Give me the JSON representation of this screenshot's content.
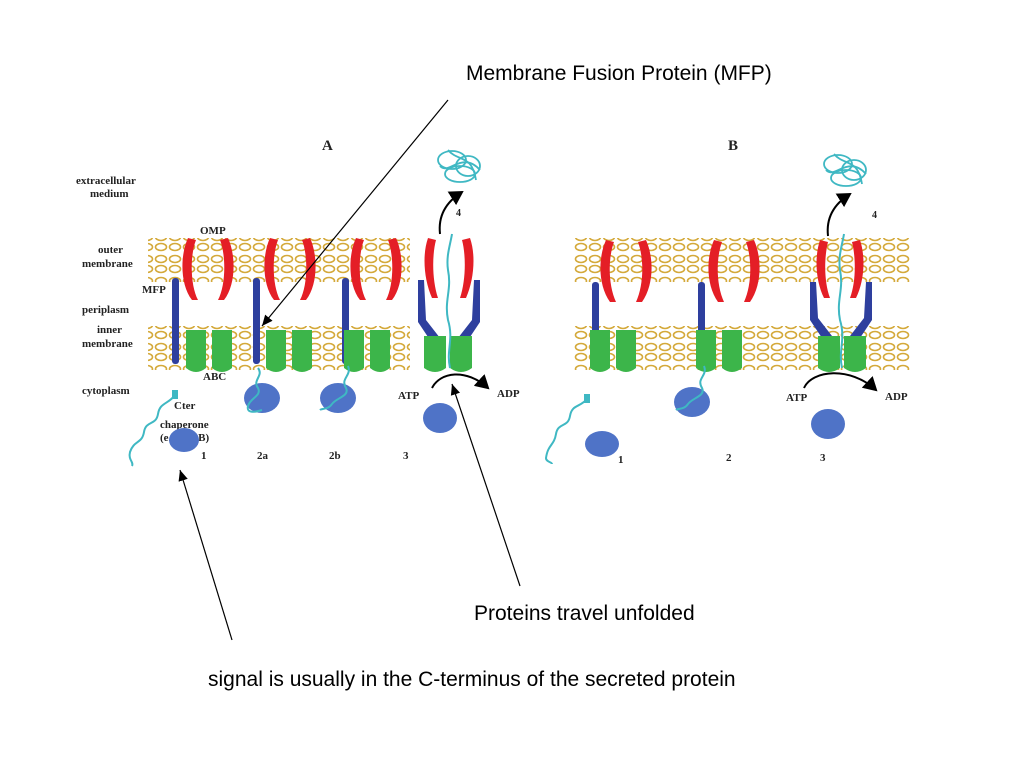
{
  "annotations": {
    "mfp_title": "Membrane Fusion Protein (MFP)",
    "travel_unfolded": "Proteins travel unfolded",
    "signal_note": "signal is usually in the C-terminus of the secreted protein"
  },
  "figure": {
    "panel_a": "A",
    "panel_b": "B",
    "labels": {
      "extracellular_1": "extracellular",
      "extracellular_2": "medium",
      "outer_1": "outer",
      "outer_2": "membrane",
      "periplasm": "periplasm",
      "inner_1": "inner",
      "inner_2": "membrane",
      "cytoplasm": "cytoplasm",
      "omp": "OMP",
      "mfp": "MFP",
      "abc": "ABC",
      "cter": "Cter",
      "chaperone_1": "chaperone",
      "chaperone_2": "(e.g. SecB)",
      "atp": "ATP",
      "adp": "ADP",
      "step4": "4"
    },
    "steps_a": [
      "1",
      "2a",
      "2b",
      "3"
    ],
    "steps_b": [
      "1",
      "2",
      "3"
    ]
  },
  "colors": {
    "omp": "#e41e26",
    "mfp": "#2e3f9e",
    "abc": "#3cb54a",
    "chaperone": "#4f73c7",
    "peptide": "#3fb8c3",
    "lipid": "#d4a93a"
  }
}
